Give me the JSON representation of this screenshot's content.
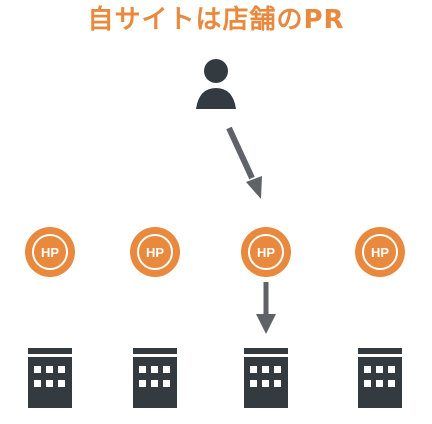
{
  "title": "自サイトは店舗のPR",
  "badge_label": "HP",
  "colors": {
    "accent": "#e8893e",
    "dark": "#333a40",
    "arrow": "#5f6368",
    "white": "#ffffff"
  },
  "icons": {
    "person": "person-icon",
    "website": "hp-circle-icon",
    "store": "building-icon"
  },
  "sites_count": 4
}
